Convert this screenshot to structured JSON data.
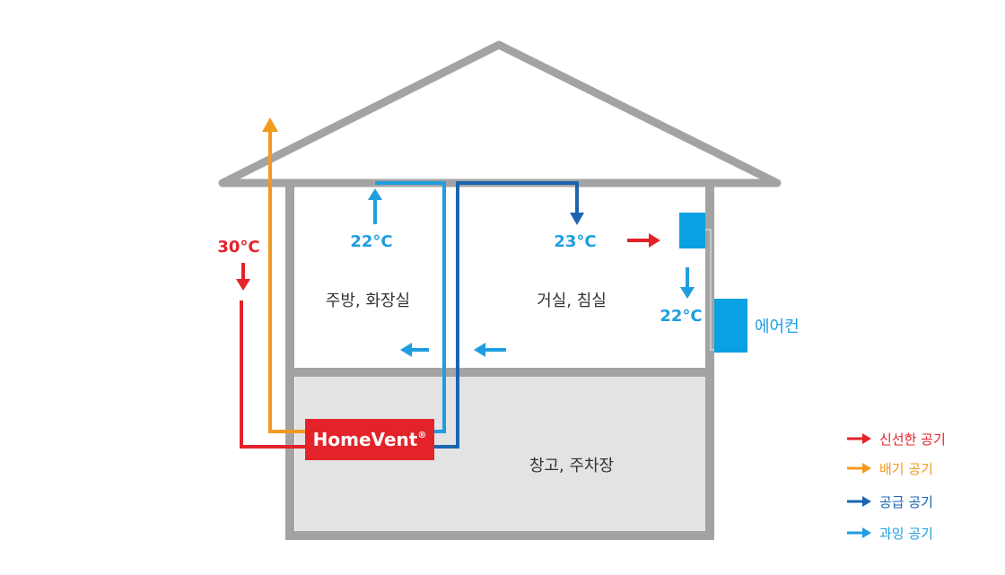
{
  "rooms": {
    "kitchen_bath": "주방, 화장실",
    "living_bedroom": "거실, 침실",
    "storage_garage": "창고, 주차장"
  },
  "temperatures": {
    "outdoor": "30°C",
    "kitchen": "22°C",
    "living": "23°C",
    "aircon_out": "22°C"
  },
  "device": {
    "name": "HomeVent",
    "mark": "®"
  },
  "aircon_label": "에어컨",
  "legend": [
    {
      "label": "신선한 공기",
      "color": "#e42229"
    },
    {
      "label": "배기 공기",
      "color": "#f29a1f"
    },
    {
      "label": "공급 공기",
      "color": "#1b64b0"
    },
    {
      "label": "과잉 공기",
      "color": "#1e9ee0"
    }
  ],
  "colors": {
    "house": "#a3a3a3",
    "basement": "#e3e3e3",
    "fresh": "#e42229",
    "exhaust": "#f29a1f",
    "supply": "#1b64b0",
    "excess": "#1e9ee0",
    "aircon": "#0aa1e2"
  }
}
